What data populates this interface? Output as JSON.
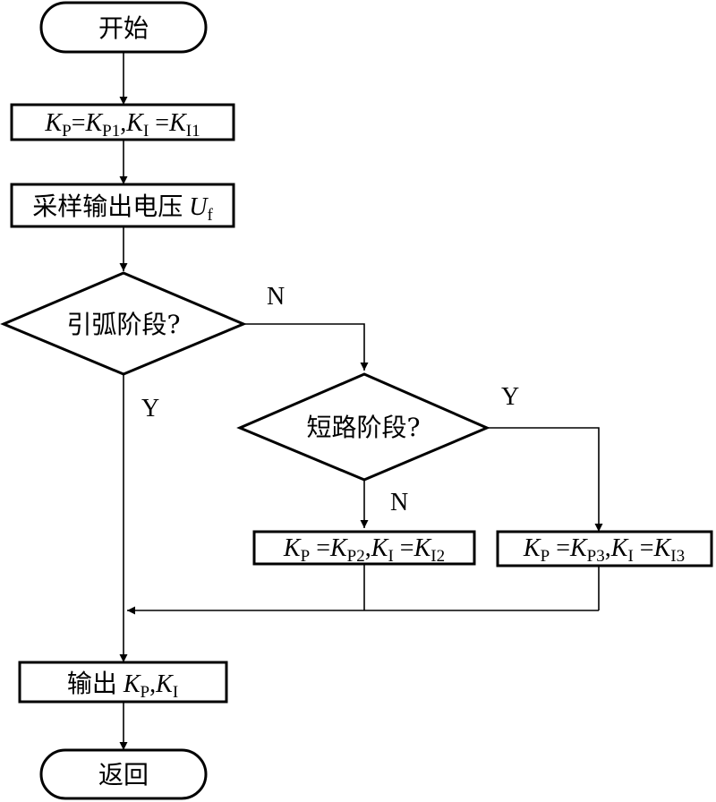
{
  "nodes": {
    "start": "开始",
    "init": {
      "a": "K",
      "a_sub": "P",
      "eq1": "=",
      "b": "K",
      "b_sub": "P1",
      "sep": ",",
      "c": "K",
      "c_sub": "I",
      "eq2": " =",
      "d": "K",
      "d_sub": "I1"
    },
    "sample": {
      "prefix": "采样输出电压 ",
      "var": "U",
      "var_sub": "f"
    },
    "decision_arc": "引弧阶段?",
    "decision_short": "短路阶段?",
    "set_p2": {
      "a": "K",
      "a_sub": "P",
      "eq1": " =",
      "b": "K",
      "b_sub": "P2",
      "sep": ",",
      "c": "K",
      "c_sub": "I",
      "eq2": " =",
      "d": "K",
      "d_sub": "I2"
    },
    "set_p3": {
      "a": "K",
      "a_sub": "P",
      "eq1": " =",
      "b": "K",
      "b_sub": "P3",
      "sep": ",",
      "c": "K",
      "c_sub": "I",
      "eq2": " =",
      "d": "K",
      "d_sub": "I3"
    },
    "output": {
      "prefix": "输出 ",
      "a": "K",
      "a_sub": "P",
      "sep": ",",
      "b": "K",
      "b_sub": "I"
    },
    "end": "返回"
  },
  "edge_labels": {
    "arc_no": "N",
    "arc_yes": "Y",
    "short_yes": "Y",
    "short_no": "N"
  }
}
